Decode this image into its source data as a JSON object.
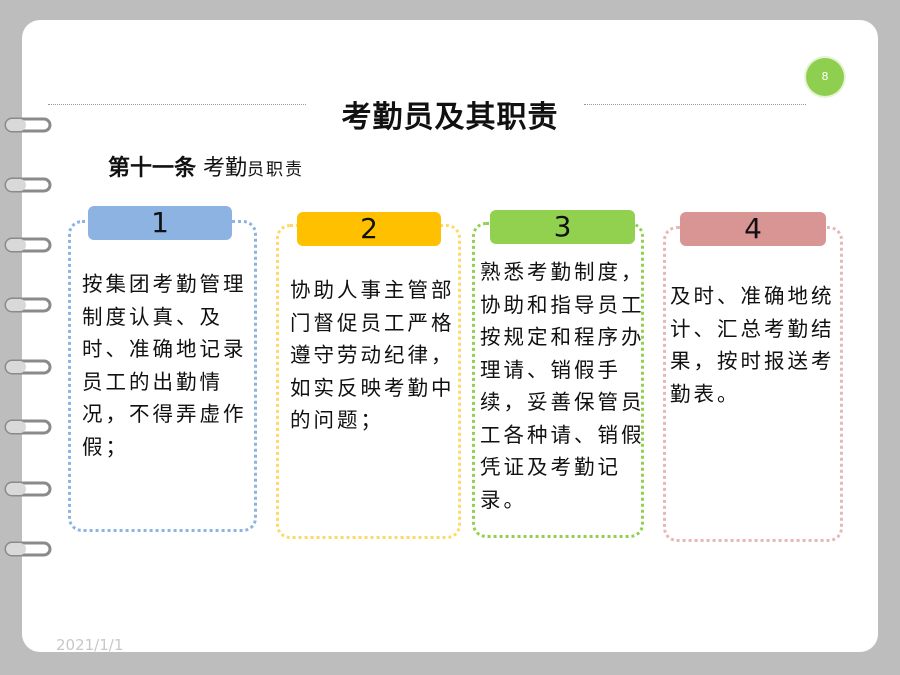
{
  "slide": {
    "page_number": "8",
    "title": "考勤员及其职责",
    "subtitle_prefix": "第十一条",
    "subtitle_main": "考勤",
    "subtitle_small": "员职责",
    "footer_date": "2021/1/1"
  },
  "cards": [
    {
      "number": "1",
      "text": "按集团考勤管理制度认真、及时、准确地记录员工的出勤情况，不得弄虚作假；",
      "tab_color": "#8db3e2",
      "border_color": "#8db3e2"
    },
    {
      "number": "2",
      "text": "协助人事主管部门督促员工严格遵守劳动纪律，如实反映考勤中的问题；",
      "tab_color": "#ffc000",
      "border_color": "#ffd966"
    },
    {
      "number": "3",
      "text": "熟悉考勤制度，协助和指导员工按规定和程序办理请、销假手续，妥善保管员工各种请、销假凭证及考勤记录。",
      "tab_color": "#92d050",
      "border_color": "#92d050"
    },
    {
      "number": "4",
      "text": "及时、准确地统计、汇总考勤结果，按时报送考勤表。",
      "tab_color": "#d99594",
      "border_color": "#e6b8b7"
    }
  ]
}
